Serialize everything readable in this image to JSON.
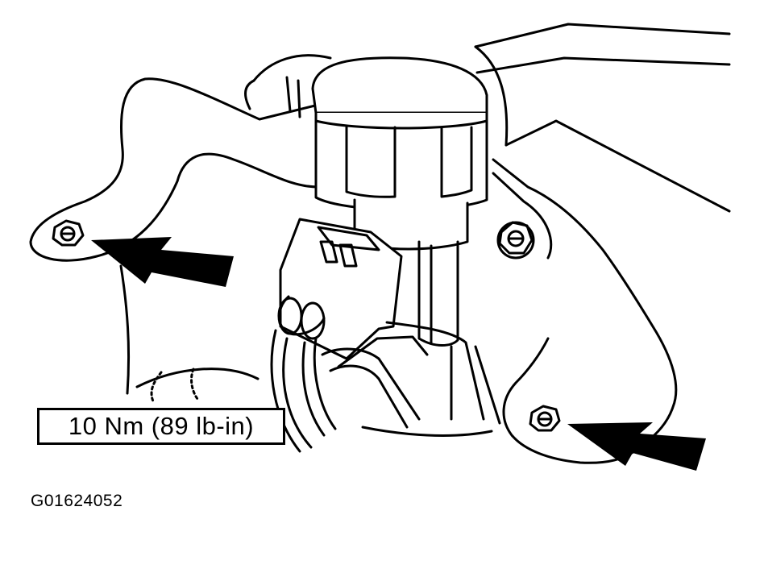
{
  "torque_spec": "10 Nm (89 lb-in)",
  "figure_id": "G01624052",
  "colors": {
    "ink": "#000000",
    "paper": "#ffffff"
  },
  "callouts": [
    {
      "target": "left-mounting-bolt",
      "icon": "arrow-icon"
    },
    {
      "target": "right-mounting-bolt",
      "icon": "arrow-icon"
    }
  ]
}
